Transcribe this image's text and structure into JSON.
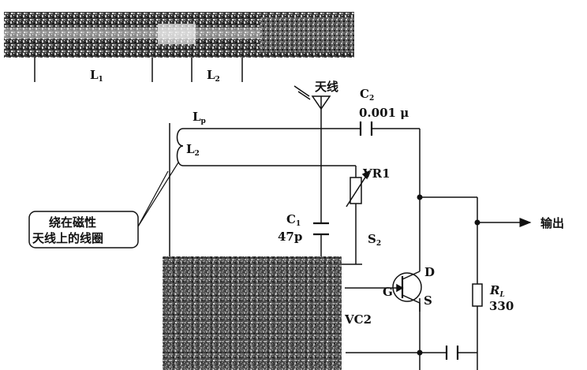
{
  "coil_diagram": {
    "l1_label": "L",
    "l1_sub": "1",
    "l2_label": "L",
    "l2_sub": "2"
  },
  "circuit": {
    "antenna_label": "天线",
    "lp_label": "L",
    "lp_sub": "p",
    "l2_label": "L",
    "l2_sub": "2",
    "c2_label": "C",
    "c2_sub": "2",
    "c2_value": "0.001 μ",
    "vr1_label": "VR1",
    "c1_label": "C",
    "c1_sub": "1",
    "c1_value": "47p",
    "s2_label": "S",
    "s2_sub": "2",
    "callout_line1": "绕在磁性",
    "callout_line2": "天线上的线圈",
    "output_label": "输出",
    "d_label": "D",
    "g_label": "G",
    "s_label": "S",
    "rl_label": "R",
    "rl_sub": "L",
    "rl_value": "330",
    "vc2_label": "VC2"
  }
}
